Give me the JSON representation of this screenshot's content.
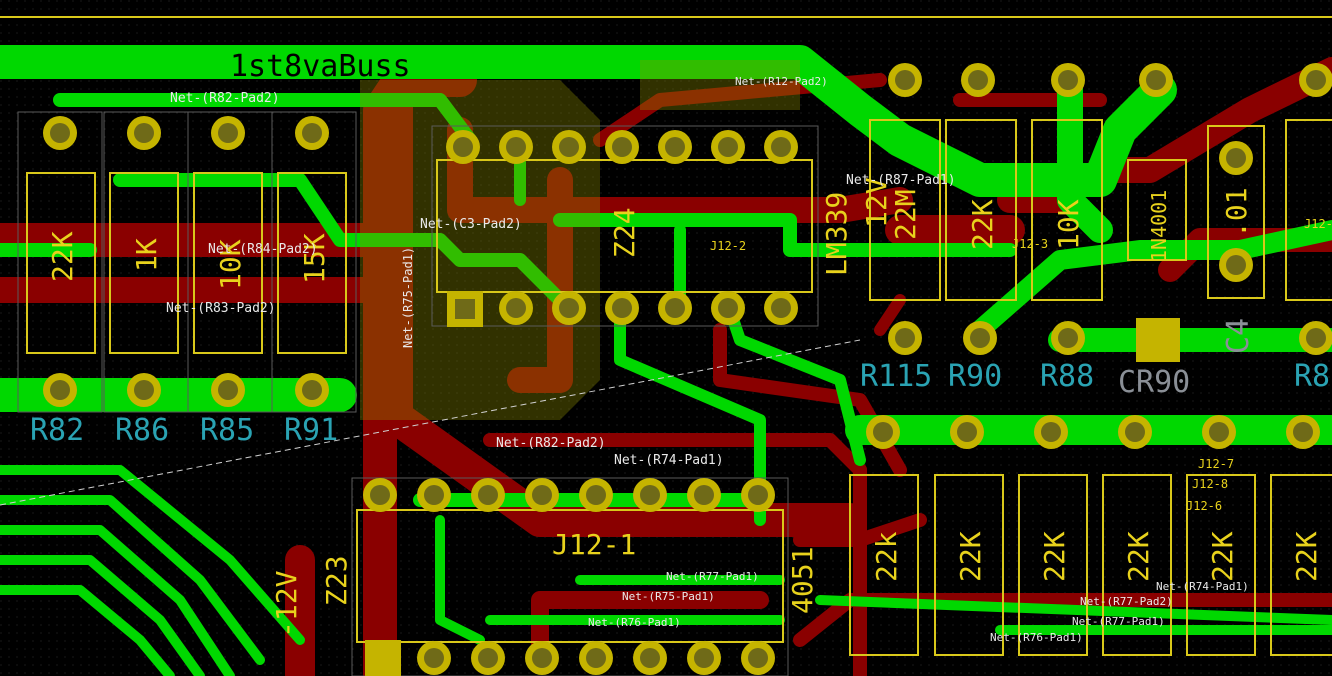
{
  "colors": {
    "background": "#000000",
    "top_copper": "#00d800",
    "bottom_copper": "#8a0000",
    "silkscreen": "#e8d21c",
    "reference": "#2aa3b3",
    "pad": "#c5b400"
  },
  "bus_label": "1st8vaBuss",
  "resistor_values": [
    "22K",
    "1K",
    "10K",
    "15K",
    "22M",
    "22K",
    "10K",
    "22k",
    "22K",
    "22K",
    "22K",
    "22K",
    "22K"
  ],
  "references": [
    "R82",
    "R86",
    "R85",
    "R91",
    "R115",
    "R90",
    "R88",
    "CR90",
    "R8",
    "C4"
  ],
  "ic_labels": [
    "Z24",
    "LM339",
    "Z23",
    "4051",
    "J12-1",
    "J12-2"
  ],
  "other_labels": [
    "1N4001",
    ".01",
    "-12V",
    "12V"
  ],
  "net_labels": [
    "Net-(R82-Pad2)",
    "Net-(R84-Pad2)",
    "Net-(R83-Pad2)",
    "Net-(C3-Pad2)",
    "Net-(R82-Pad2)",
    "Net-(R74-Pad1)",
    "Net-(R77-Pad1)",
    "Net-(R75-Pad1)",
    "Net-(R76-Pad1)",
    "Net-(R87-Pad1)",
    "Net-(R77-Pad2)",
    "Net-(R12-Pad2)",
    "Net-(R74-Pad1)",
    "Net-(R77-Pad1)",
    "Net-(R76-Pad1)",
    "Net-(R75-Pad1)"
  ],
  "pin_labels": [
    "J12-7",
    "J12-6",
    "J12-8",
    "J12-3",
    "J12-2"
  ]
}
